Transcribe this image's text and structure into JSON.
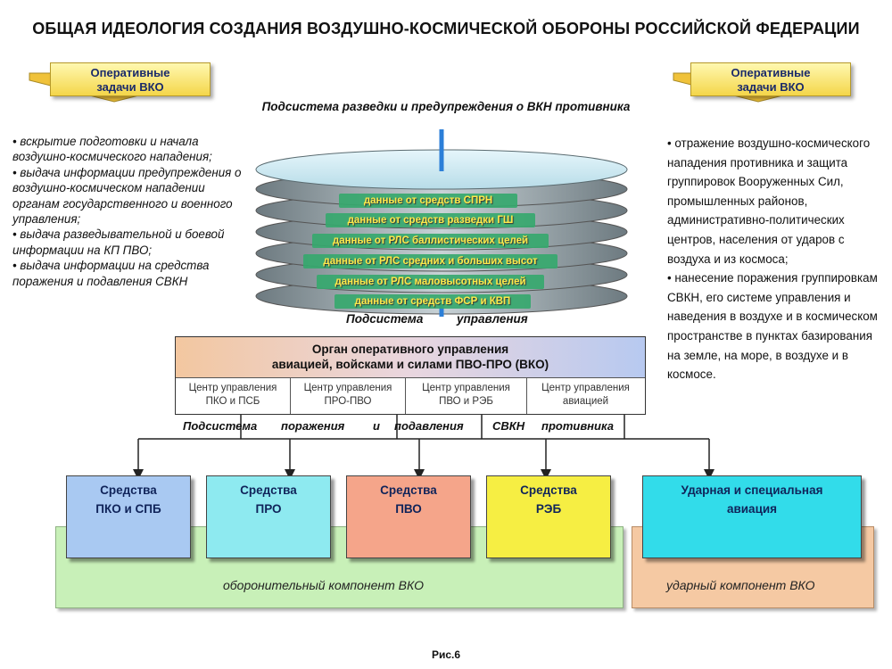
{
  "title": "ОБЩАЯ ИДЕОЛОГИЯ СОЗДАНИЯ  ВОЗДУШНО-КОСМИЧЕСКОЙ ОБОРОНЫ РОССИЙСКОЙ ФЕДЕРАЦИИ",
  "left_tag": {
    "line1": "Оперативные",
    "line2": "задачи ВКО"
  },
  "right_tag": {
    "line1": "Оперативные",
    "line2": "задачи ВКО"
  },
  "left_list": [
    "• вскрытие подготовки и начала воздушно-космического нападения;",
    "• выдача информации предупреждения о воздушно-космическом нападении органам государственного и военного управления;",
    "• выдача разведывательной и боевой информации на КП ПВО;",
    "• выдача информации на средства поражения и подавления СВКН"
  ],
  "right_list": [
    "•  отражение воздушно-космического нападения противника и защита группировок Вооруженных Сил, промышленных районов, административно-политических центров, населения от ударов  с воздуха и из космоса;",
    "•  нанесение поражения группировкам СВКН, его системе управления и наведения в воздухе и в космическом пространстве в пунктах базирования на земле, на море, в воздухе  и в космосе."
  ],
  "recon_subsystem": "Подсистема разведки и предупреждения о ВКН противника",
  "layers": [
    "данные  от средств  СПРН",
    "данные  от средств  разведки  ГШ",
    "данные от РЛС баллистических целей",
    "данные от РЛС средних  и больших высот",
    "данные  от РЛС маловысотных целей",
    "данные от средств  ФСР и КВП"
  ],
  "control_subsystem": {
    "left": "Подсистема",
    "right": "управления"
  },
  "organ": {
    "title_line1": "Орган оперативного управления",
    "title_line2": "авиацией, войсками и силами ПВО-ПРО (ВКО)",
    "cells": [
      {
        "line1": "Центр управления",
        "line2": "ПКО и ПСБ"
      },
      {
        "line1": "Центр управления",
        "line2": "ПРО-ПВО"
      },
      {
        "line1": "Центр управления",
        "line2": "ПВО и РЭБ"
      },
      {
        "line1": "Центр управления",
        "line2": "авиацией"
      }
    ]
  },
  "strike_subsystem": [
    "Подсистема",
    "поражения",
    "и",
    "подавления",
    "СВКН",
    "противника"
  ],
  "units": [
    {
      "line1": "Средства",
      "line2": "ПКО и СПБ",
      "color": "#a9c9f2"
    },
    {
      "line1": "Средства",
      "line2": "ПРО",
      "color": "#8eeaf0"
    },
    {
      "line1": "Средства",
      "line2": "ПВО",
      "color": "#f5a58a"
    },
    {
      "line1": "Средства",
      "line2": "РЭБ",
      "color": "#f6ee43"
    },
    {
      "line1": "Ударная и специальная",
      "line2": "авиация",
      "color": "#32dcea"
    }
  ],
  "defensive_component": "оборонительный компонент ВКО",
  "strike_component": "ударный компонент ВКО",
  "figure_caption": "Рис.6",
  "colors": {
    "defensive_bg": "#c8f0b8",
    "strike_bg": "#f5c9a3",
    "layer_green": "#36a86e"
  }
}
